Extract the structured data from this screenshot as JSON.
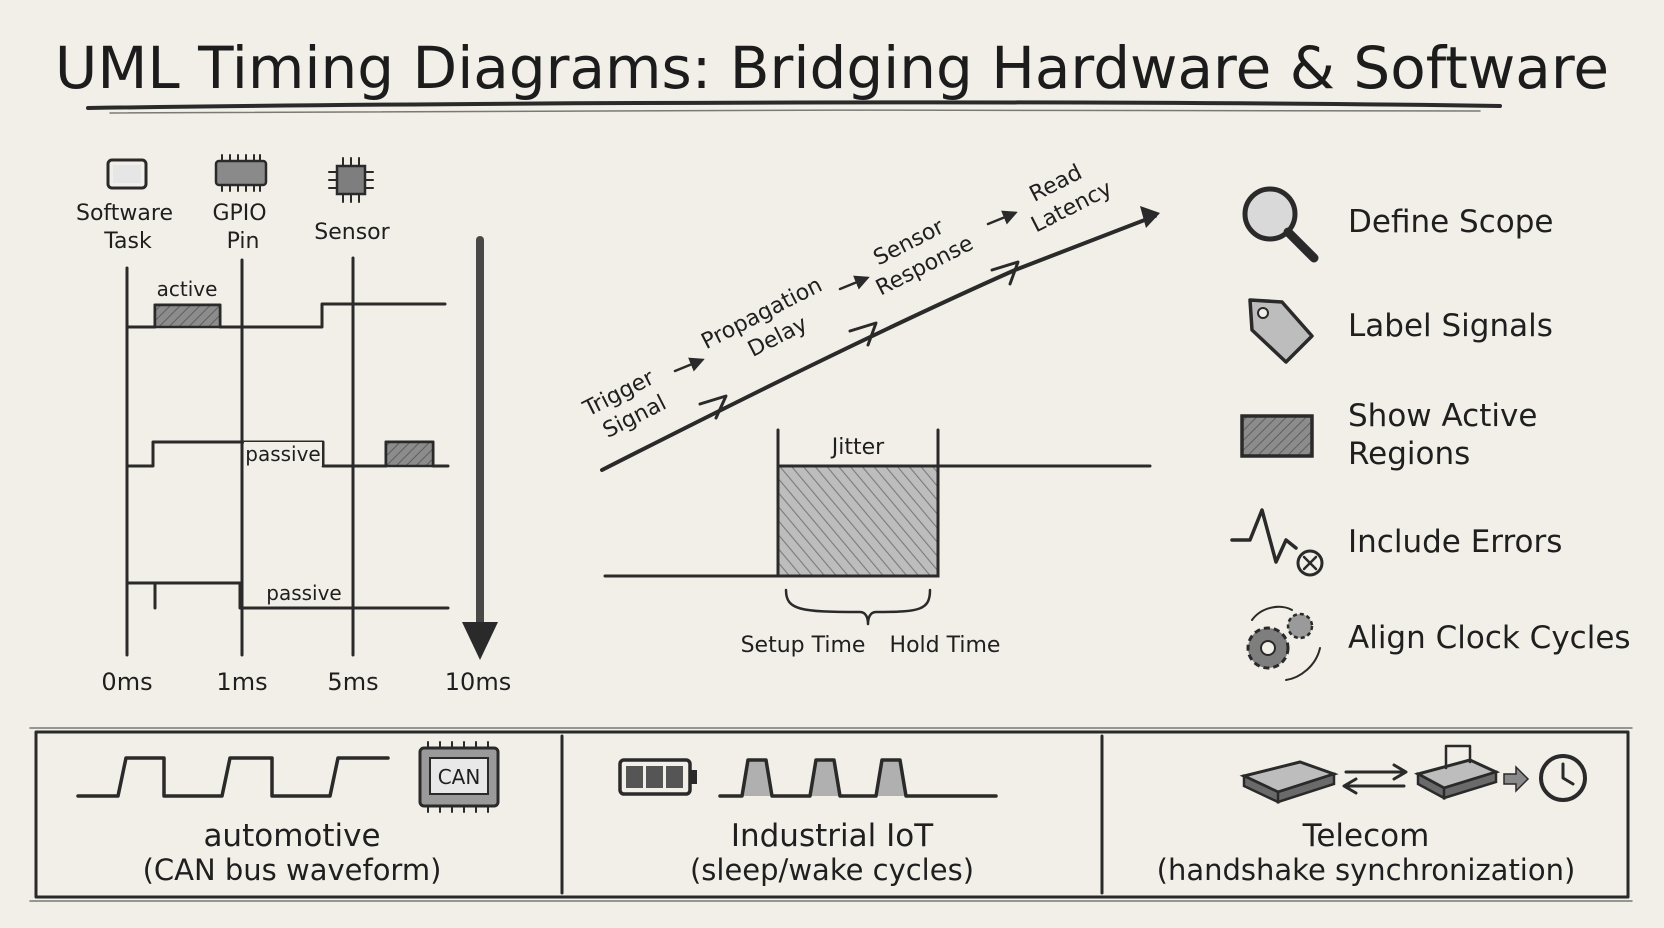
{
  "title": "UML Timing Diagrams: Bridging Hardware & Software",
  "lifelines": {
    "software_task": [
      "Software",
      "Task"
    ],
    "gpio_pin": [
      "GPIO",
      "Pin"
    ],
    "sensor": "Sensor"
  },
  "states": {
    "active": "active",
    "passive_1": "passive",
    "passive_2": "passive"
  },
  "time_ticks": [
    "0ms",
    "1ms",
    "5ms",
    "10ms"
  ],
  "flow": {
    "step1": [
      "Trigger",
      "Signal"
    ],
    "step2": [
      "Propagation",
      "Delay"
    ],
    "step3": [
      "Sensor",
      "Response"
    ],
    "step4": [
      "Read",
      "Latency"
    ]
  },
  "jitter": {
    "label": "Jitter",
    "setup": "Setup Time",
    "hold": "Hold Time"
  },
  "tips": [
    {
      "icon": "magnifier-icon",
      "label": "Define Scope"
    },
    {
      "icon": "tag-icon",
      "label": "Label Signals"
    },
    {
      "icon": "shaded-block-icon",
      "label": [
        "Show Active",
        "Regions"
      ]
    },
    {
      "icon": "error-wave-icon",
      "label": "Include Errors"
    },
    {
      "icon": "gears-icon",
      "label": "Align Clock Cycles"
    }
  ],
  "domains": [
    {
      "name": "automotive",
      "detail": "(CAN bus waveform)",
      "chip": "CAN"
    },
    {
      "name": "Industrial IoT",
      "detail": "(sleep/wake cycles)"
    },
    {
      "name": "Telecom",
      "detail": "(handshake synchronization)"
    }
  ]
}
